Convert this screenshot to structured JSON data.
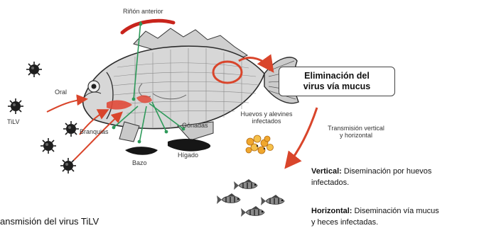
{
  "labels": {
    "rinon": "Riñón anterior",
    "oral": "Oral",
    "tilv": "TiLV",
    "branquias": "Branquias",
    "gonadas": "Gónadas",
    "higado": "Hígado",
    "bazo": "Bazo",
    "huevos_line1": "Huevos y alevines",
    "huevos_line2": "infectados",
    "transmision_line1": "Transmisión vertical",
    "transmision_line2": "y horizontal"
  },
  "elimination_box": {
    "line1": "Eliminación del",
    "line2": "virus vía mucus"
  },
  "legend": {
    "vertical_term": "Vertical:",
    "vertical_line1": " Diseminación por huevos",
    "vertical_line2": "infectados.",
    "horizontal_term": "Horizontal:",
    "horizontal_line1": " Diseminación vía mucus",
    "horizontal_line2": "y heces infectadas."
  },
  "caption": "ansmisión del virus TiLV",
  "colors": {
    "arrow_red": "#d9452b",
    "organ_line_green": "#2e9a5a",
    "kidney_red": "#c8241c",
    "virus_dark": "#1e1e1e",
    "egg_orange": "#f0a72e"
  },
  "icons": [
    "virus-particle-icon",
    "tilapia-fish-illustration",
    "fry-fish-icon",
    "egg-cluster-icon"
  ]
}
